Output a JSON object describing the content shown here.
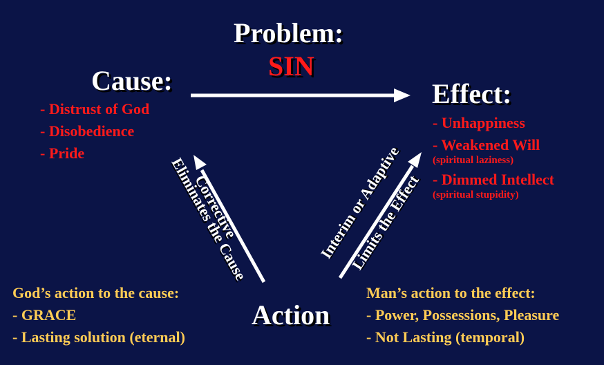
{
  "problem": {
    "label": "Problem:",
    "value": "SIN"
  },
  "cause": {
    "title": "Cause:",
    "items": [
      "- Distrust of God",
      "- Disobedience",
      "- Pride"
    ]
  },
  "effect": {
    "title": "Effect:",
    "item1": "- Unhappiness",
    "item2": "- Weakened Will",
    "item2_note": "(spiritual  laziness)",
    "item3": "- Dimmed Intellect",
    "item3_note": "(spiritual  stupidity)"
  },
  "left_arrow": {
    "label1": "Corrective",
    "label2": "Eliminates the Cause"
  },
  "right_arrow": {
    "label1": "Interim or Adaptive",
    "label2": "Limits the Effect"
  },
  "action": {
    "label": "Action"
  },
  "gods_action": {
    "title": "God’s action to the cause:",
    "items": [
      "- GRACE",
      "- Lasting solution (eternal)"
    ]
  },
  "mans_action": {
    "title": "Man’s action to the effect:",
    "items": [
      "- Power, Possessions, Pleasure",
      "- Not Lasting (temporal)"
    ]
  },
  "colors": {
    "background": "#0b1447",
    "white": "#ffffff",
    "red": "#ff1a1a",
    "gold": "#ffcc55"
  }
}
